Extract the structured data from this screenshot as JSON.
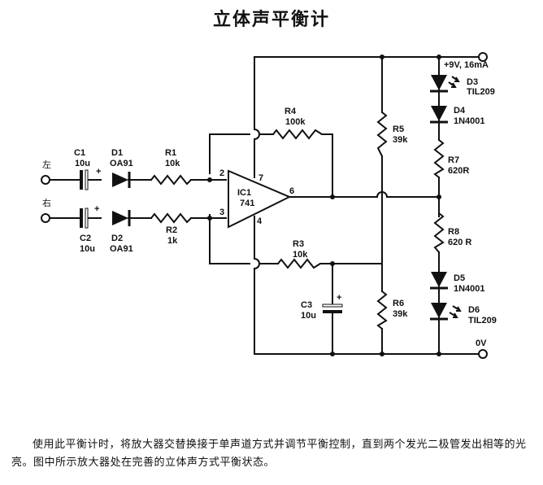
{
  "title": "立体声平衡计",
  "inputs": {
    "left": "左",
    "right": "右"
  },
  "supply": {
    "positive": "+9V, 16mA",
    "ground": "0V"
  },
  "components": {
    "C1": {
      "ref": "C1",
      "value": "10u"
    },
    "C2": {
      "ref": "C2",
      "value": "10u"
    },
    "C3": {
      "ref": "C3",
      "value": "10u"
    },
    "D1": {
      "ref": "D1",
      "value": "OA91"
    },
    "D2": {
      "ref": "D2",
      "value": "OA91"
    },
    "D3": {
      "ref": "D3",
      "value": "TIL209"
    },
    "D4": {
      "ref": "D4",
      "value": "1N4001"
    },
    "D5": {
      "ref": "D5",
      "value": "1N4001"
    },
    "D6": {
      "ref": "D6",
      "value": "TIL209"
    },
    "R1": {
      "ref": "R1",
      "value": "10k"
    },
    "R2": {
      "ref": "R2",
      "value": "1k"
    },
    "R3": {
      "ref": "R3",
      "value": "10k"
    },
    "R4": {
      "ref": "R4",
      "value": "100k"
    },
    "R5": {
      "ref": "R5",
      "value": "39k"
    },
    "R6": {
      "ref": "R6",
      "value": "39k"
    },
    "R7": {
      "ref": "R7",
      "value": "620R"
    },
    "R8": {
      "ref": "R8",
      "value": "620 R"
    },
    "IC1": {
      "ref": "IC1",
      "value": "741"
    }
  },
  "pins": {
    "p2": "2",
    "p3": "3",
    "p4": "4",
    "p6": "6",
    "p7": "7"
  },
  "polarity": "+",
  "caption": "使用此平衡计时，将放大器交替换接于单声道方式并调节平衡控制，直到两个发光二极管发出相等的光亮。图中所示放大器处在完善的立体声方式平衡状态。"
}
